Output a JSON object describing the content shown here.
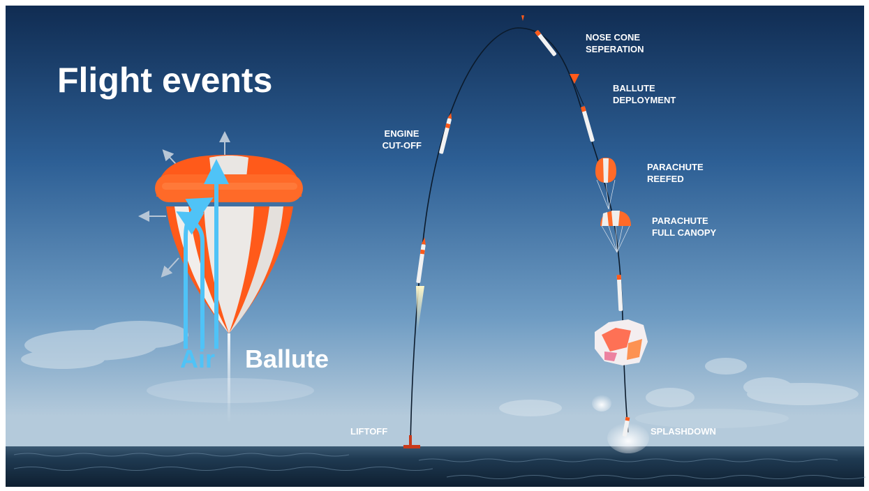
{
  "title": "Flight events",
  "events": {
    "nose_cone": [
      "NOSE CONE",
      "SEPERATION"
    ],
    "ballute_deploy": [
      "BALLUTE",
      "DEPLOYMENT"
    ],
    "engine_cutoff": [
      "ENGINE",
      "CUT-OFF"
    ],
    "parachute_reefed": [
      "PARACHUTE",
      "REEFED"
    ],
    "parachute_full": [
      "PARACHUTE",
      "FULL CANOPY"
    ],
    "liftoff": "LIFTOFF",
    "splashdown": "SPLASHDOWN"
  },
  "ballute_labels": {
    "air": "Air",
    "ballute": "Ballute"
  },
  "colors": {
    "sky_top": "#14355e",
    "sky_mid": "#3f78ad",
    "sky_low": "#a9c4d8",
    "sea": "#1c3347",
    "orange": "#ff5a1a",
    "air_blue": "#4fc3f7",
    "text": "#ffffff"
  }
}
